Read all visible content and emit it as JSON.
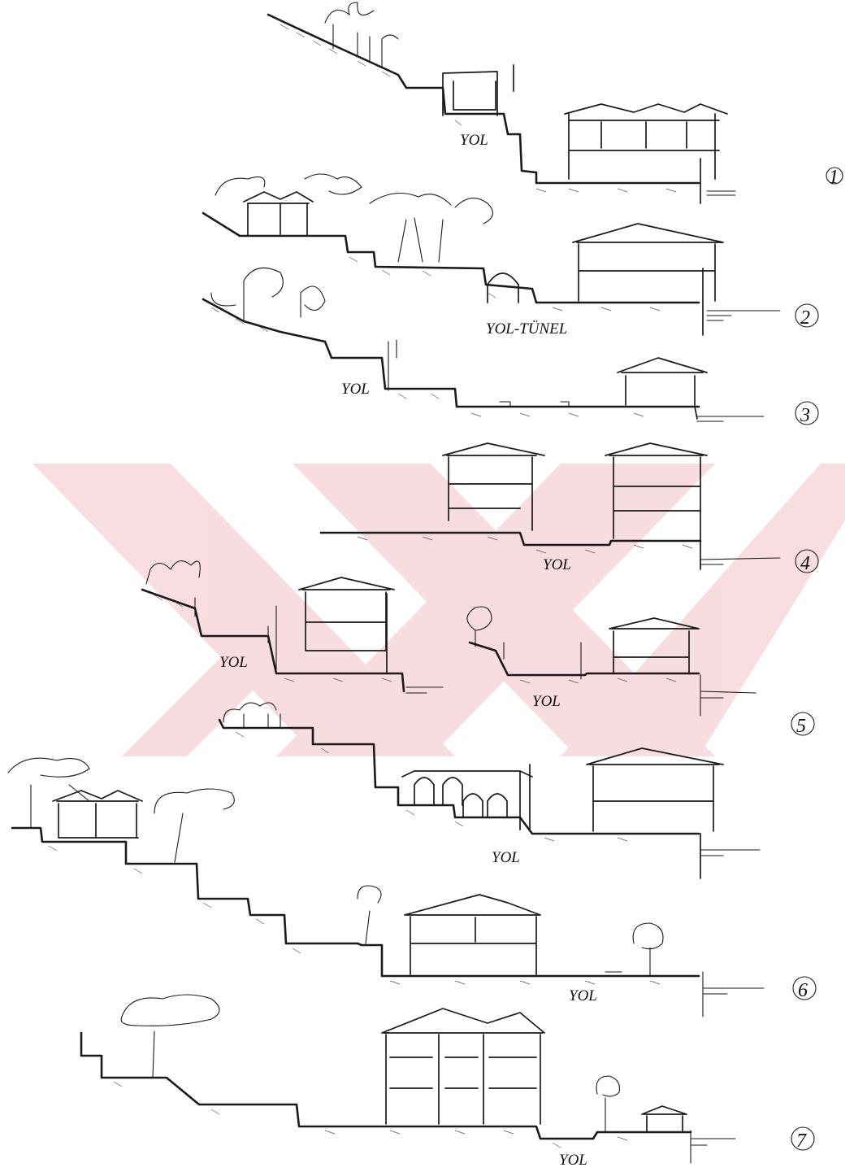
{
  "watermark": {
    "color": "#f4c3c8"
  },
  "sections": [
    {
      "number": "1",
      "labels": [
        "YOL"
      ]
    },
    {
      "number": "2",
      "labels": [
        "YOL-TÜNEL"
      ]
    },
    {
      "number": "3",
      "labels": [
        "YOL"
      ]
    },
    {
      "number": "4",
      "labels": [
        "YOL"
      ]
    },
    {
      "number": "5",
      "labels": [
        "YOL",
        "YOL"
      ]
    },
    {
      "number": "6",
      "labels": [
        "YOL",
        "YOL"
      ]
    },
    {
      "number": "7",
      "labels": [
        "YOL"
      ]
    }
  ]
}
